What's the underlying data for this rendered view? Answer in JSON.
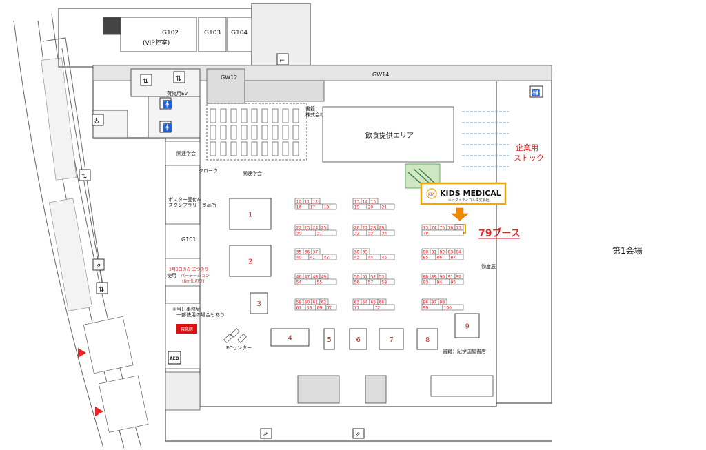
{
  "rooms": {
    "g102": "G102",
    "g102_sub": "(VIP控室)",
    "g103": "G103",
    "g104": "G104",
    "g101": "G101",
    "gw12": "GW12",
    "gw14": "GW14",
    "cargo_ev": "荷物用EV"
  },
  "areas": {
    "food": "飲食提供エリア",
    "hall_name": "第1会場",
    "storage_line1": "企業用",
    "storage_line2": "ストック",
    "bookstore_top_1": "書籍：",
    "bookstore_top_2": "株式会社ガリバー",
    "bookstore_bottom": "書籍：紀伊国屋書店",
    "cloak": "クローク",
    "related_1": "関連学会",
    "related_2": "関連学会",
    "poster_1": "ポスター受付&",
    "poster_2": "スタンプラリー景品所",
    "partition_1": "3月3日のみ 三つ折り",
    "partition_2": "パーテーション",
    "partition_3": "(8m仕切り)",
    "use_label": "使用",
    "admin_1": "※当日事務局",
    "admin_2": "一部使用の場合もあり",
    "pc_center": "PCセンター",
    "emergency": "救急隊",
    "aed": "AED",
    "equipment": "物産展"
  },
  "highlight": {
    "brand": "KIDS MEDICAL",
    "brand_sub": "キッズメディカル株式会社",
    "booth_label": "79ブース",
    "booth_number": "79"
  },
  "large_booths": [
    "1",
    "2",
    "3",
    "4",
    "5",
    "6",
    "7",
    "8",
    "9"
  ],
  "booth_groups": [
    {
      "rows": [
        [
          "10",
          "11",
          "12"
        ],
        [
          "16",
          "17",
          "18"
        ]
      ]
    },
    {
      "rows": [
        [
          "13",
          "14",
          "15"
        ],
        [
          "19",
          "20",
          "21"
        ]
      ]
    },
    {
      "rows": [
        [
          "22",
          "23",
          "24",
          "25"
        ],
        [
          "30",
          "31"
        ]
      ]
    },
    {
      "rows": [
        [
          "26",
          "27",
          "28",
          "29"
        ],
        [
          "32",
          "33",
          "34"
        ]
      ]
    },
    {
      "rows": [
        [
          "35",
          "36",
          "37"
        ],
        [
          "40",
          "41",
          "42"
        ]
      ]
    },
    {
      "rows": [
        [
          "38",
          "39"
        ],
        [
          "43",
          "44",
          "45"
        ]
      ]
    },
    {
      "rows": [
        [
          "46",
          "47",
          "48",
          "49"
        ],
        [
          "54",
          "55"
        ]
      ]
    },
    {
      "rows": [
        [
          "50",
          "51",
          "52",
          "53"
        ],
        [
          "56",
          "57",
          "58"
        ]
      ]
    },
    {
      "rows": [
        [
          "59",
          "60",
          "61",
          "62"
        ],
        [
          "67",
          "68",
          "69",
          "70"
        ]
      ]
    },
    {
      "rows": [
        [
          "63",
          "64",
          "65",
          "66"
        ],
        [
          "71",
          "72"
        ]
      ]
    },
    {
      "rows": [
        [
          "73",
          "74",
          "75",
          "76",
          "77"
        ],
        [
          "78"
        ]
      ]
    },
    {
      "rows": [
        [
          "80",
          "81",
          "82",
          "83",
          "84"
        ],
        [
          "85",
          "86",
          "87"
        ]
      ]
    },
    {
      "rows": [
        [
          "88",
          "89",
          "90",
          "91",
          "92"
        ],
        [
          "93",
          "94",
          "95"
        ]
      ]
    },
    {
      "rows": [
        [
          "96",
          "97",
          "98"
        ],
        [
          "99",
          "100"
        ]
      ]
    }
  ],
  "colors": {
    "highlight_border": "#f0a500",
    "arrow": "#f08a00",
    "booth_text": "#d22222",
    "wall": "#555555",
    "greenery": "#4a9a4a"
  }
}
